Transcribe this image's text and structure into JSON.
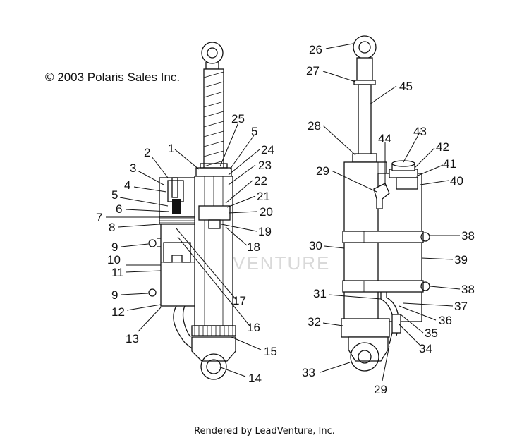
{
  "copyright": "© 2003 Polaris Sales Inc.",
  "footer": "Rendered by LeadVenture, Inc.",
  "watermark": "ADVENTURE",
  "callouts": {
    "c1": "1",
    "c2": "2",
    "c3": "3",
    "c4": "4",
    "c5a": "5",
    "c5b": "5",
    "c6": "6",
    "c7": "7",
    "c8": "8",
    "c9a": "9",
    "c9b": "9",
    "c10": "10",
    "c11": "11",
    "c12": "12",
    "c13": "13",
    "c14": "14",
    "c15": "15",
    "c16": "16",
    "c17": "17",
    "c18": "18",
    "c19": "19",
    "c20": "20",
    "c21": "21",
    "c22": "22",
    "c23": "23",
    "c24": "24",
    "c25": "25",
    "c26": "26",
    "c27": "27",
    "c28": "28",
    "c29a": "29",
    "c29b": "29",
    "c30": "30",
    "c31": "31",
    "c32": "32",
    "c33": "33",
    "c34": "34",
    "c35": "35",
    "c36": "36",
    "c37": "37",
    "c38a": "38",
    "c38b": "38",
    "c39": "39",
    "c40": "40",
    "c41": "41",
    "c42": "42",
    "c43": "43",
    "c44": "44",
    "c45": "45"
  }
}
